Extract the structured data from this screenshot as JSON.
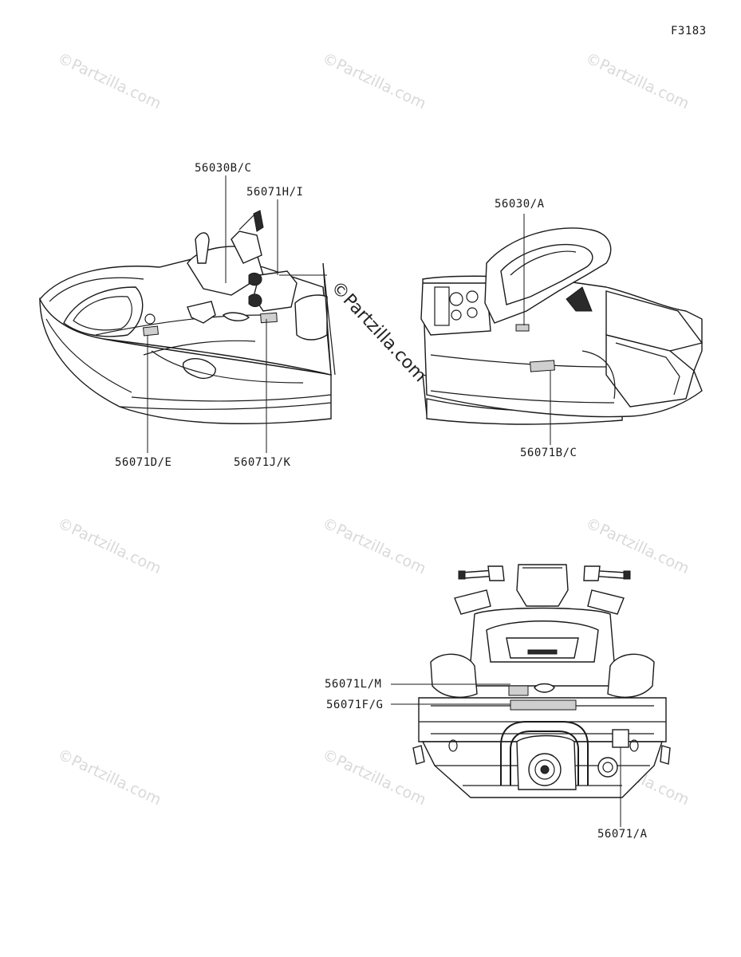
{
  "figure_code": "F3183",
  "watermark_text": "©Partzilla.com",
  "callouts": {
    "top_left_1": "56030B/C",
    "top_left_2": "56071H/I",
    "top_left_3": "56071D/E",
    "top_left_4": "56071J/K",
    "top_right_1": "56030/A",
    "top_right_2": "56071B/C",
    "bottom_1": "56071L/M",
    "bottom_2": "56071F/G",
    "bottom_3": "56071/A"
  }
}
